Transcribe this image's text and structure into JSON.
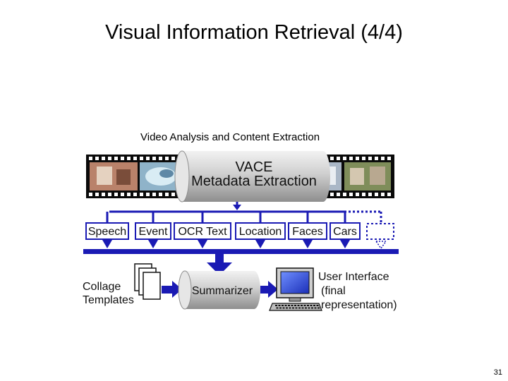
{
  "slide": {
    "title": "Visual Information Retrieval (4/4)",
    "page_number": "31"
  },
  "diagram": {
    "caption": "Video Analysis and Content Extraction",
    "vace": {
      "line1": "VACE",
      "line2": "Metadata Extraction"
    },
    "extractors": [
      "Speech",
      "Event",
      "OCR Text",
      "Location",
      "Faces",
      "Cars"
    ],
    "collage": {
      "line1": "Collage",
      "line2": "Templates"
    },
    "summarizer": "Summarizer",
    "user_interface": {
      "line1": "User Interface",
      "line2": "(final",
      "line3": "representation)"
    }
  },
  "colors": {
    "flow_blue": "#1a1ab4",
    "cylinder": "#c8c8c8",
    "film": "#0a0a0a"
  }
}
